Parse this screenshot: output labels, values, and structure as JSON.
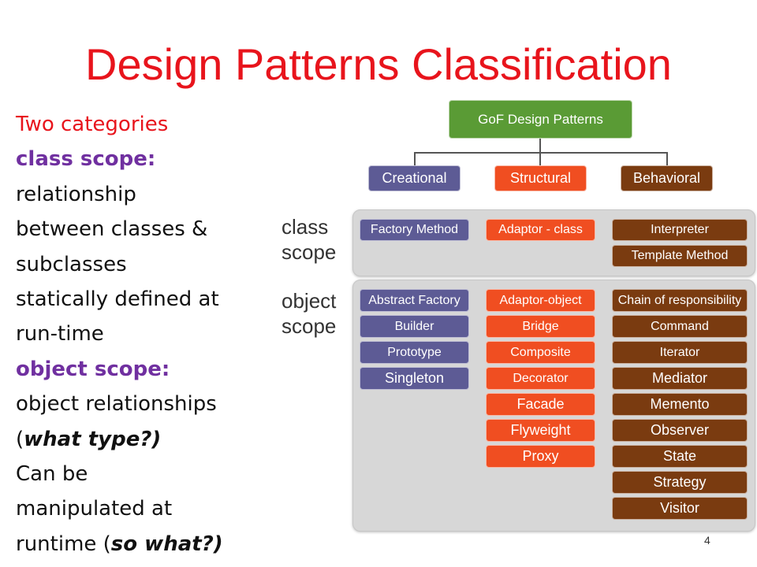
{
  "slide": {
    "title": "Design Patterns Classification",
    "page_number": "4"
  },
  "left_text": {
    "line1": "Two categories",
    "line2": "class scope:",
    "line3": "relationship",
    "line4": "between classes &",
    "line5": "subclasses",
    "line6": "statically defined at",
    "line7": "run-time",
    "line8": "object scope:",
    "line9": "object relationships",
    "line10_open": "(",
    "line10_em": "what type?)",
    "line11": "Can be",
    "line12": "manipulated at",
    "line13_pre": "runtime (",
    "line13_em": "so what?)"
  },
  "diagram": {
    "root": "GoF Design Patterns",
    "categories": {
      "creational": "Creational",
      "structural": "Structural",
      "behavioral": "Behavioral"
    },
    "scope_labels": {
      "class_line1": "class",
      "class_line2": "scope",
      "object_line1": "object",
      "object_line2": "scope"
    },
    "class_scope": {
      "creational": [
        "Factory Method"
      ],
      "structural": [
        "Adaptor - class"
      ],
      "behavioral": [
        "Interpreter",
        "Template Method"
      ]
    },
    "object_scope": {
      "creational": [
        "Abstract Factory",
        "Builder",
        "Prototype",
        "Singleton"
      ],
      "structural": [
        "Adaptor-object",
        "Bridge",
        "Composite",
        "Decorator",
        "Facade",
        "Flyweight",
        "Proxy"
      ],
      "behavioral": [
        "Chain of responsibility",
        "Command",
        "Iterator",
        "Mediator",
        "Memento",
        "Observer",
        "State",
        "Strategy",
        "Visitor"
      ]
    },
    "colors": {
      "root": "#5a9b35",
      "creational": "#5d5b95",
      "structural": "#f04e21",
      "behavioral": "#7a3b10",
      "title": "#e8141c",
      "scope_text": "#7030a0"
    }
  }
}
